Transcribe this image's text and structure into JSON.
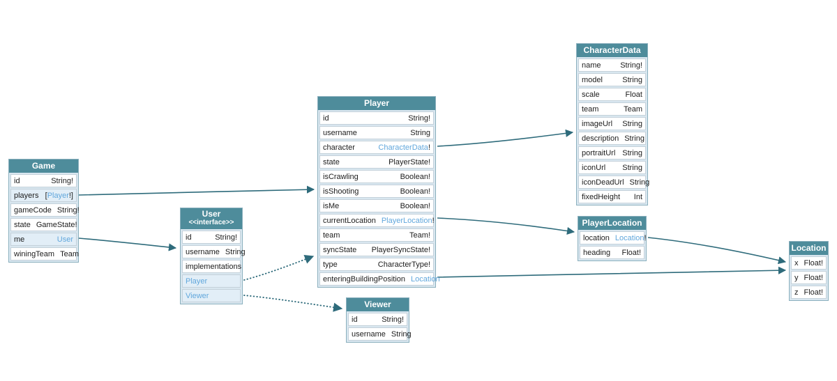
{
  "diagram": {
    "background": "#ffffff",
    "colors": {
      "header_bg": "#4e8c9b",
      "header_text": "#ffffff",
      "table_gap_bg": "#d9e7f0",
      "table_border": "#8aafbd",
      "row_bg": "#ffffff",
      "row_border": "#c4d1da",
      "row_highlight_bg": "#e2eef7",
      "field_text": "#1c1c1c",
      "link_text": "#61a7dc",
      "edge_color": "#2e6b7b"
    },
    "tables": [
      {
        "key": "game",
        "title": "Game",
        "fields": [
          {
            "name": "id",
            "type": "String!"
          },
          {
            "name": "players",
            "prefix": "[",
            "link": "Player",
            "suffix": "!]",
            "highlight": true
          },
          {
            "name": "gameCode",
            "type": "String!"
          },
          {
            "name": "state",
            "type": "GameState!"
          },
          {
            "name": "me",
            "link": "User",
            "highlight": true
          },
          {
            "name": "winingTeam",
            "type": "Team"
          }
        ]
      },
      {
        "key": "user",
        "title": "User",
        "subtitle": "<<interface>>",
        "fields": [
          {
            "name": "id",
            "type": "String!"
          },
          {
            "name": "username",
            "type": "String"
          },
          {
            "name": "implementations",
            "type": ""
          },
          {
            "name": "Player",
            "link_only": true,
            "highlight": true
          },
          {
            "name": "Viewer",
            "link_only": true,
            "highlight": true
          }
        ]
      },
      {
        "key": "player",
        "title": "Player",
        "fields": [
          {
            "name": "id",
            "type": "String!"
          },
          {
            "name": "username",
            "type": "String"
          },
          {
            "name": "character",
            "link": "CharacterData",
            "suffix": "!"
          },
          {
            "name": "state",
            "type": "PlayerState!"
          },
          {
            "name": "isCrawling",
            "type": "Boolean!"
          },
          {
            "name": "isShooting",
            "type": "Boolean!"
          },
          {
            "name": "isMe",
            "type": "Boolean!"
          },
          {
            "name": "currentLocation",
            "link": "PlayerLocation",
            "suffix": "!"
          },
          {
            "name": "team",
            "type": "Team!"
          },
          {
            "name": "syncState",
            "type": "PlayerSyncState!"
          },
          {
            "name": "type",
            "type": "CharacterType!"
          },
          {
            "name": "enteringBuildingPosition",
            "link": "Location"
          }
        ]
      },
      {
        "key": "viewer",
        "title": "Viewer",
        "fields": [
          {
            "name": "id",
            "type": "String!"
          },
          {
            "name": "username",
            "type": "String"
          }
        ]
      },
      {
        "key": "characterdata",
        "title": "CharacterData",
        "fields": [
          {
            "name": "name",
            "type": "String!"
          },
          {
            "name": "model",
            "type": "String"
          },
          {
            "name": "scale",
            "type": "Float"
          },
          {
            "name": "team",
            "type": "Team"
          },
          {
            "name": "imageUrl",
            "type": "String"
          },
          {
            "name": "description",
            "type": "String"
          },
          {
            "name": "portraitUrl",
            "type": "String"
          },
          {
            "name": "iconUrl",
            "type": "String"
          },
          {
            "name": "iconDeadUrl",
            "type": "String"
          },
          {
            "name": "fixedHeight",
            "type": "Int"
          }
        ]
      },
      {
        "key": "playerlocation",
        "title": "PlayerLocation",
        "fields": [
          {
            "name": "location",
            "link": "Location",
            "suffix": "!"
          },
          {
            "name": "heading",
            "type": "Float!"
          }
        ]
      },
      {
        "key": "location",
        "title": "Location",
        "fields": [
          {
            "name": "x",
            "type": "Float!"
          },
          {
            "name": "y",
            "type": "Float!"
          },
          {
            "name": "z",
            "type": "Float!"
          }
        ]
      }
    ],
    "edges": [
      {
        "from": "Game.players",
        "to": "Player",
        "style": "solid"
      },
      {
        "from": "Game.me",
        "to": "User",
        "style": "solid"
      },
      {
        "from": "User.Player",
        "to": "Player",
        "style": "dotted"
      },
      {
        "from": "User.Viewer",
        "to": "Viewer",
        "style": "dotted"
      },
      {
        "from": "Player.character",
        "to": "CharacterData",
        "style": "solid"
      },
      {
        "from": "Player.currentLocation",
        "to": "PlayerLocation",
        "style": "solid"
      },
      {
        "from": "PlayerLocation.location",
        "to": "Location",
        "style": "solid"
      },
      {
        "from": "Player.enteringBuildingPosition",
        "to": "Location",
        "style": "solid"
      }
    ]
  }
}
